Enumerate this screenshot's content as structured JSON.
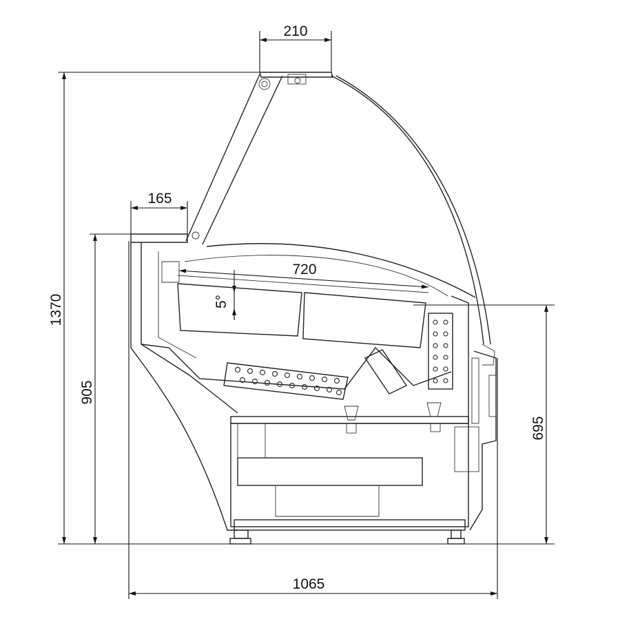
{
  "title": "Refrigerated display counter – side section",
  "dimensions": {
    "top_width": "210",
    "shelf_width": "165",
    "tray_length": "720",
    "tray_angle": "5°",
    "total_height": "1370",
    "counter_height": "905",
    "display_height": "695",
    "total_depth": "1065"
  }
}
